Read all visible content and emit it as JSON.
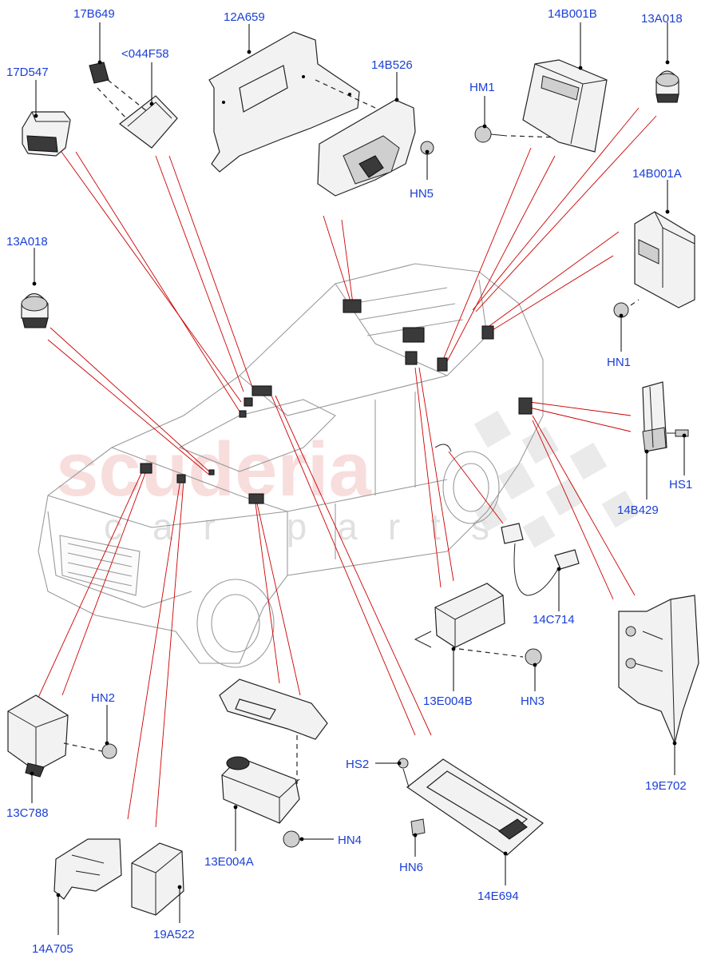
{
  "watermark": {
    "main": "scuderia",
    "sub": "car parts"
  },
  "labels": {
    "p17B649": "17B649",
    "p044F58": "<044F58",
    "p12A659": "12A659",
    "p14B001B": "14B001B",
    "p13A018_top": "13A018",
    "p17D547": "17D547",
    "p14B526": "14B526",
    "pHM1": "HM1",
    "pHN5": "HN5",
    "p14B001A": "14B001A",
    "p13A018_left": "13A018",
    "pHN1": "HN1",
    "pHS1": "HS1",
    "p14B429": "14B429",
    "p14C714": "14C714",
    "p13E004B": "13E004B",
    "pHN3": "HN3",
    "pHN2": "HN2",
    "p13C788": "13C788",
    "pHS2": "HS2",
    "p19E702": "19E702",
    "pHN4": "HN4",
    "p13E004A": "13E004A",
    "pHN6": "HN6",
    "p14E694": "14E694",
    "p14A705": "14A705",
    "p19A522": "19A522"
  },
  "colors": {
    "label": "#1a3fd6",
    "callout": "#cc0000",
    "watermark": "#f4c8c8"
  }
}
